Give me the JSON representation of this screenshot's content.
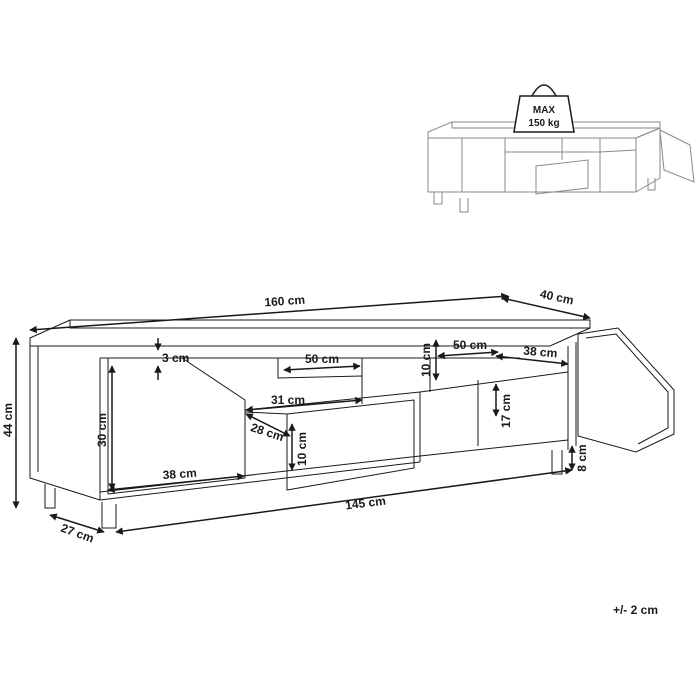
{
  "weight_badge": {
    "line1": "MAX",
    "line2": "150 kg"
  },
  "dimensions": {
    "overall_width": "160 cm",
    "depth": "40 cm",
    "overall_height": "44 cm",
    "inner_width": "145 cm",
    "leg_depth": "27 cm",
    "top_thickness": "3 cm",
    "left_compartment_height": "30 cm",
    "left_compartment_width": "38 cm",
    "drawer_width": "31 cm",
    "drawer_depth": "28 cm",
    "drawer_height": "10 cm",
    "shelf_width_center": "50 cm",
    "shelf_width_right": "50 cm",
    "shelf_height": "10 cm",
    "right_compartment_width": "38 cm",
    "right_compartment_height": "17 cm",
    "leg_height": "8 cm"
  },
  "tolerance": "+/- 2 cm",
  "colors": {
    "line": "#1a1a1a",
    "preview_line": "#8a8a8a",
    "background": "#ffffff"
  }
}
